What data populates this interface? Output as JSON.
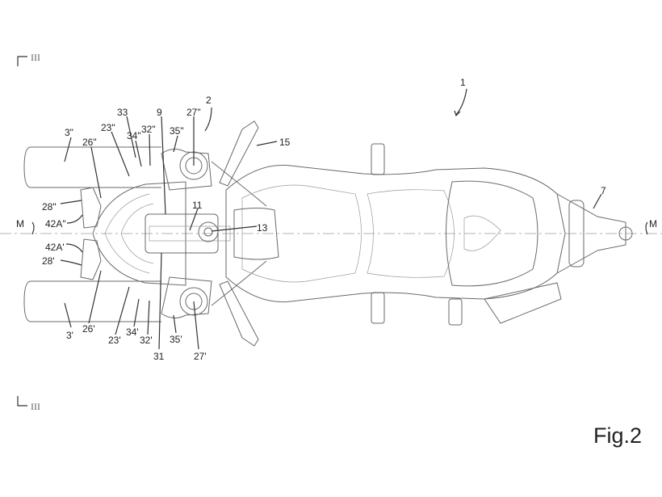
{
  "figure": {
    "title": "Fig.2",
    "section_top": "III",
    "section_bottom": "III"
  },
  "axis": {
    "left": "M",
    "right": "M"
  },
  "labels": {
    "l1": "1",
    "l2": "2",
    "l33": "33",
    "l9": "9",
    "l27b": "27\"",
    "l23b": "23\"",
    "l32b": "32\"",
    "l35b": "35\"",
    "l34b": "34\"",
    "l3b": "3\"",
    "l26b": "26\"",
    "l15": "15",
    "l28b": "28\"",
    "l42b": "42A\"",
    "l11": "11",
    "l13": "13",
    "l7": "7",
    "l42a": "42A'",
    "l28a": "28'",
    "l26a": "26'",
    "l3a": "3'",
    "l23a": "23'",
    "l34a": "34'",
    "l32a": "32'",
    "l35a": "35'",
    "l31": "31",
    "l27a": "27'"
  },
  "colors": {
    "line": "#6a6a6a",
    "text": "#222222",
    "background": "#ffffff"
  }
}
